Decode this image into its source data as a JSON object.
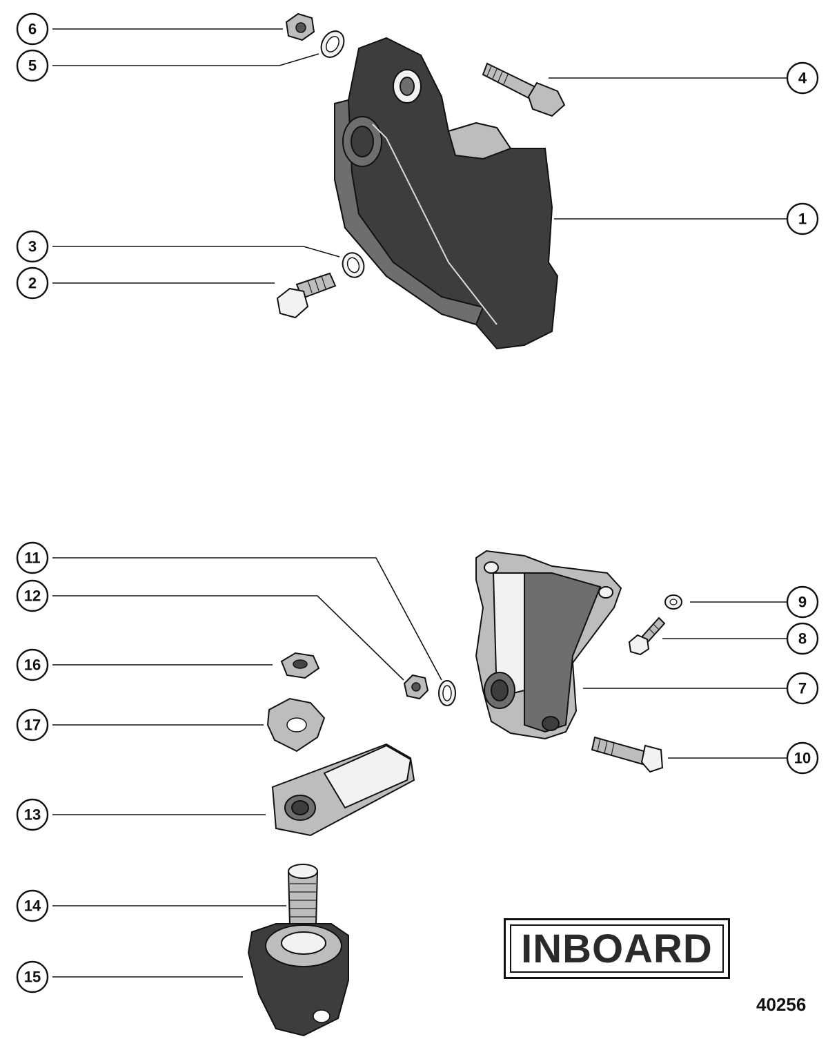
{
  "callouts": [
    {
      "num": "6"
    },
    {
      "num": "5"
    },
    {
      "num": "4"
    },
    {
      "num": "1"
    },
    {
      "num": "3"
    },
    {
      "num": "2"
    },
    {
      "num": "11"
    },
    {
      "num": "12"
    },
    {
      "num": "9"
    },
    {
      "num": "8"
    },
    {
      "num": "16"
    },
    {
      "num": "7"
    },
    {
      "num": "17"
    },
    {
      "num": "10"
    },
    {
      "num": "13"
    },
    {
      "num": "14"
    },
    {
      "num": "15"
    }
  ],
  "label": "INBOARD",
  "figure_number": "40256",
  "colors": {
    "line": "#111111",
    "dark_part": "#3d3d3d",
    "light_part": "#bdbdbd"
  }
}
